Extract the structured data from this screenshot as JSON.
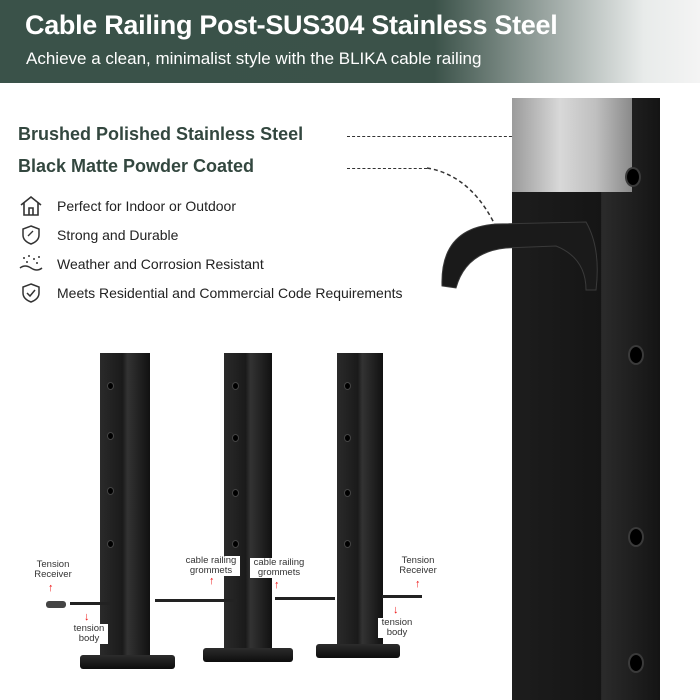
{
  "header": {
    "title": "Cable Railing Post-SUS304 Stainless Steel",
    "subtitle": "Achieve a clean, minimalist style with the BLIKA cable railing"
  },
  "specs": [
    "Brushed Polished Stainless Steel",
    "Black Matte Powder Coated"
  ],
  "features": [
    {
      "icon": "house-icon",
      "label": "Perfect for Indoor or Outdoor"
    },
    {
      "icon": "shield-icon",
      "label": "Strong and Durable"
    },
    {
      "icon": "weather-icon",
      "label": "Weather and Corrosion Resistant"
    },
    {
      "icon": "shield-check-icon",
      "label": "Meets Residential and Commercial Code Requirements"
    }
  ],
  "diagram": {
    "tension_receiver": "Tension Receiver",
    "tension_body": "tension body",
    "grommets": "cable railing grommets"
  },
  "colors": {
    "banner": "#3a5249",
    "arrow": "#e11111",
    "spec_text": "#33473f"
  }
}
